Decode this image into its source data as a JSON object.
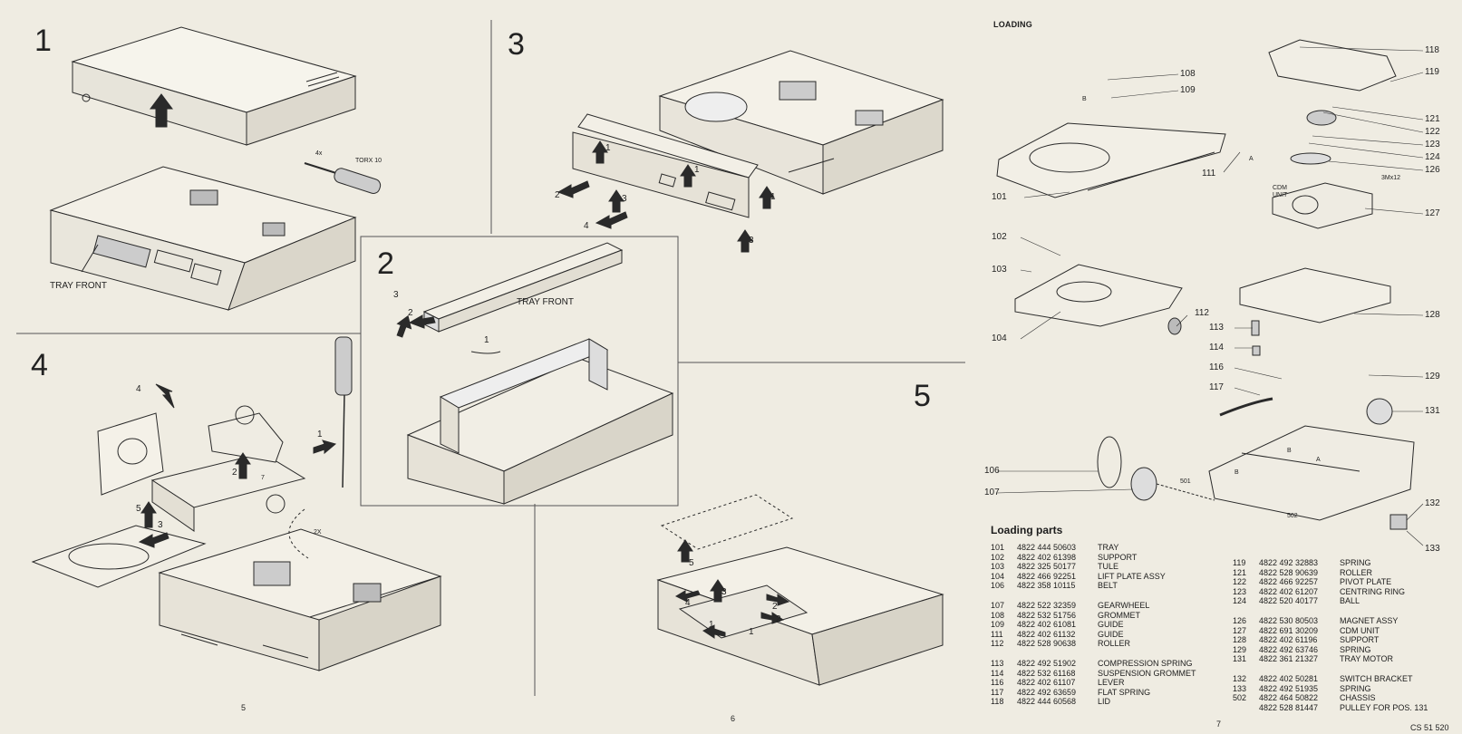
{
  "steps": {
    "s1": "1",
    "s2": "2",
    "s3": "3",
    "s4": "4",
    "s5": "5"
  },
  "labels": {
    "tray_front_1": "TRAY  FRONT",
    "tray_front_2": "TRAY  FRONT",
    "torx": "TORX  10",
    "four_x": "4x",
    "two_x": "2X",
    "cdm_unit": "CDM\nUNIT",
    "screw": "3Mx12",
    "loading": "LOADING"
  },
  "arrow_numbers": {
    "a2_3": "3",
    "a2_2": "2",
    "a2_1": "1",
    "a3_1a": "1",
    "a3_1b": "1",
    "a3_1c": "1",
    "a3_1d": "1",
    "a3_2": "2",
    "a3_3a": "3",
    "a3_3b": "3",
    "a3_4": "4",
    "a4_4": "4",
    "a4_1": "1",
    "a4_2": "2",
    "a4_5": "5",
    "a4_3": "3",
    "a4_7": "7",
    "a5_5": "5",
    "a5_4": "4",
    "a5_3": "3",
    "a5_2a": "2",
    "a5_2b": "2",
    "a5_1a": "1",
    "a5_1b": "1"
  },
  "callouts": [
    "118",
    "119",
    "108",
    "109",
    "121",
    "122",
    "123",
    "124",
    "111",
    "126",
    "101",
    "127",
    "102",
    "103",
    "128",
    "112",
    "104",
    "113",
    "114",
    "116",
    "129",
    "117",
    "131",
    "106",
    "107",
    "132",
    "133"
  ],
  "small_marks": {
    "A1": "A",
    "B1": "B",
    "A2": "A",
    "B2": "B",
    "B3": "B",
    "n501": "501",
    "n502": "502"
  },
  "parts_title": "Loading parts",
  "parts_left": [
    {
      "pos": "101",
      "code": "4822 444 50603",
      "name": "TRAY"
    },
    {
      "pos": "102",
      "code": "4822 402 61398",
      "name": "SUPPORT"
    },
    {
      "pos": "103",
      "code": "4822 325 50177",
      "name": "TULE"
    },
    {
      "pos": "104",
      "code": "4822 466 92251",
      "name": "LIFT PLATE ASSY"
    },
    {
      "pos": "106",
      "code": "4822 358 10115",
      "name": "BELT"
    },
    {
      "pos": "",
      "code": "",
      "name": ""
    },
    {
      "pos": "107",
      "code": "4822 522 32359",
      "name": "GEARWHEEL"
    },
    {
      "pos": "108",
      "code": "4822 532 51756",
      "name": "GROMMET"
    },
    {
      "pos": "109",
      "code": "4822 402 61081",
      "name": "GUIDE"
    },
    {
      "pos": "111",
      "code": "4822 402 61132",
      "name": "GUIDE"
    },
    {
      "pos": "112",
      "code": "4822 528 90638",
      "name": "ROLLER"
    },
    {
      "pos": "",
      "code": "",
      "name": ""
    },
    {
      "pos": "113",
      "code": "4822 492 51902",
      "name": "COMPRESSION SPRING"
    },
    {
      "pos": "114",
      "code": "4822 532 61168",
      "name": "SUSPENSION GROMMET"
    },
    {
      "pos": "116",
      "code": "4822 402 61107",
      "name": "LEVER"
    },
    {
      "pos": "117",
      "code": "4822 492 63659",
      "name": "FLAT SPRING"
    },
    {
      "pos": "118",
      "code": "4822 444 60568",
      "name": "LID"
    }
  ],
  "parts_right": [
    {
      "pos": "119",
      "code": "4822 492 32883",
      "name": "SPRING"
    },
    {
      "pos": "121",
      "code": "4822 528 90639",
      "name": "ROLLER"
    },
    {
      "pos": "122",
      "code": "4822 466 92257",
      "name": "PIVOT PLATE"
    },
    {
      "pos": "123",
      "code": "4822 402 61207",
      "name": "CENTRING RING"
    },
    {
      "pos": "124",
      "code": "4822 520 40177",
      "name": "BALL"
    },
    {
      "pos": "",
      "code": "",
      "name": ""
    },
    {
      "pos": "126",
      "code": "4822 530 80503",
      "name": "MAGNET ASSY"
    },
    {
      "pos": "127",
      "code": "4822 691 30209",
      "name": "CDM UNIT"
    },
    {
      "pos": "128",
      "code": "4822 402 61196",
      "name": "SUPPORT"
    },
    {
      "pos": "129",
      "code": "4822 492 63746",
      "name": "SPRING"
    },
    {
      "pos": "131",
      "code": "4822 361 21327",
      "name": "TRAY MOTOR"
    },
    {
      "pos": "",
      "code": "",
      "name": ""
    },
    {
      "pos": "132",
      "code": "4822 402 50281",
      "name": "SWITCH BRACKET"
    },
    {
      "pos": "133",
      "code": "4822 492 51935",
      "name": "SPRING"
    },
    {
      "pos": "502",
      "code": "4822 464 50822",
      "name": "CHASSIS"
    },
    {
      "pos": "",
      "code": "4822 528 81447",
      "name": "PULLEY FOR POS. 131"
    }
  ],
  "page_numbers": {
    "p5": "5",
    "p6": "6",
    "p7": "7"
  },
  "doc_code": "CS 51 520"
}
